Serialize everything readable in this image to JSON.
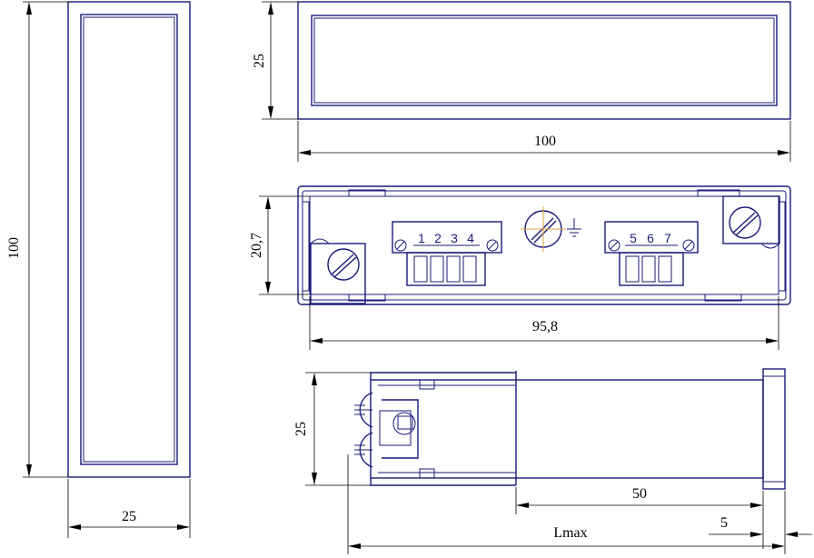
{
  "dimensions": {
    "front_height": "100",
    "front_width": "25",
    "top_height": "25",
    "top_length": "100",
    "rear_height": "20,7",
    "rear_length": "95,8",
    "side_height": "25",
    "side_depth": "50",
    "side_total": "Lmax",
    "side_flange": "5"
  },
  "terminals": {
    "left_block": [
      "1",
      "2",
      "3",
      "4"
    ],
    "right_block": [
      "5",
      "6",
      "7"
    ]
  },
  "colors": {
    "outline": "#1a1a7a",
    "dimension": "#000000",
    "centermark": "#e0a040"
  }
}
